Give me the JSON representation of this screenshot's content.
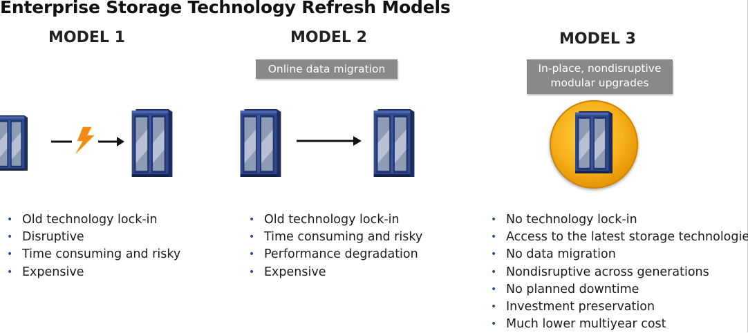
{
  "title": "Enterprise Storage Technology Refresh Models",
  "colors": {
    "bullet": "#1f4e96",
    "tag_bg": "#898989",
    "bolt": "#f08a1a",
    "orb": "#f5a81a",
    "rack": "#2b3f7a"
  },
  "models": [
    {
      "heading": "MODEL 1",
      "tag": [],
      "icons": [
        "server-rack-icon",
        "lightning-bolt-icon",
        "arrow-right-icon",
        "server-rack-icon"
      ],
      "bullets": [
        "Old technology lock-in",
        "Disruptive",
        "Time consuming and risky",
        "Expensive"
      ]
    },
    {
      "heading": "MODEL 2",
      "tag": [
        "Online data migration"
      ],
      "icons": [
        "server-rack-icon",
        "arrow-right-icon",
        "server-rack-icon"
      ],
      "bullets": [
        "Old technology lock-in",
        "Time consuming and risky",
        "Performance degradation",
        "Expensive"
      ]
    },
    {
      "heading": "MODEL 3",
      "tag": [
        "In-place, nondisruptive",
        "modular upgrades"
      ],
      "icons": [
        "server-rack-icon",
        "orange-circle-icon"
      ],
      "bullets": [
        "No technology lock-in",
        "Access to the latest storage technologies",
        "No data migration",
        "Nondisruptive across generations",
        "No planned downtime",
        "Investment preservation",
        "Much lower multiyear cost"
      ]
    }
  ]
}
